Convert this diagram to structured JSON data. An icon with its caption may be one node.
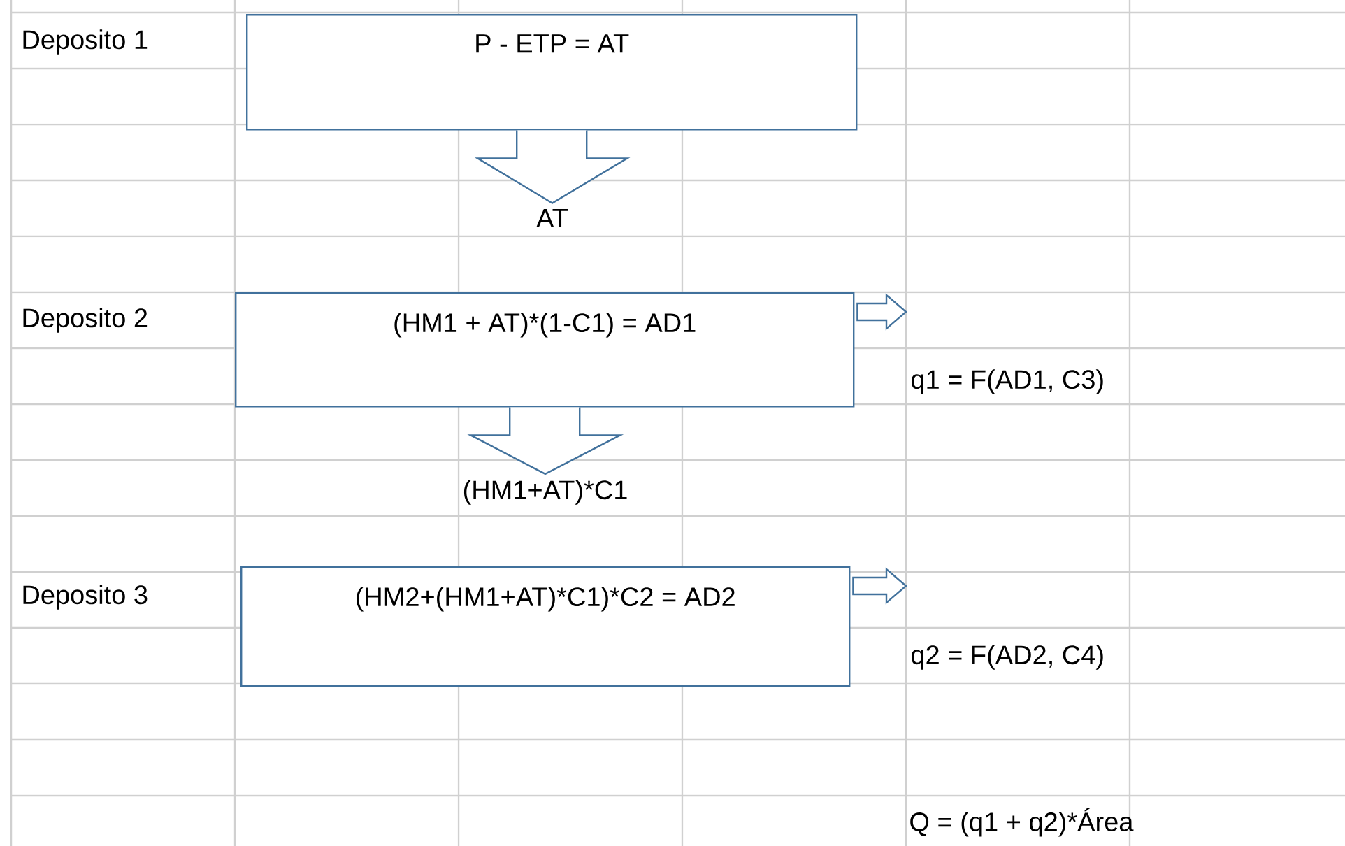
{
  "diagram": {
    "nodes": [
      {
        "text": [
          "P - ETP = AT"
        ]
      },
      {
        "text": [
          "AT"
        ]
      },
      {
        "text": [
          "(HM1 + AT)*(1-C1) = AD1"
        ]
      },
      {
        "text": [
          "(HM1+AT)*C1"
        ]
      },
      {
        "text": [
          "(HM2+(HM1+AT)*C1)*C2 = AD2"
        ]
      },
      {
        "text": [
          "q1 = F(AD1, C3)"
        ]
      },
      {
        "text": [
          "q2 = F(AD2, C4)"
        ]
      }
    ],
    "edges": [
      {
        "from": 0,
        "to": 1,
        "arrow": "to"
      },
      {
        "from": 2,
        "to": 3,
        "arrow": "to"
      },
      {
        "from": 2,
        "to": 5,
        "arrow": "to"
      },
      {
        "from": 4,
        "to": 6,
        "arrow": "to"
      }
    ],
    "labels": [
      "Deposito 1",
      "Deposito 2",
      "Deposito 3",
      "Q = (q1 + q2)*Área"
    ]
  }
}
